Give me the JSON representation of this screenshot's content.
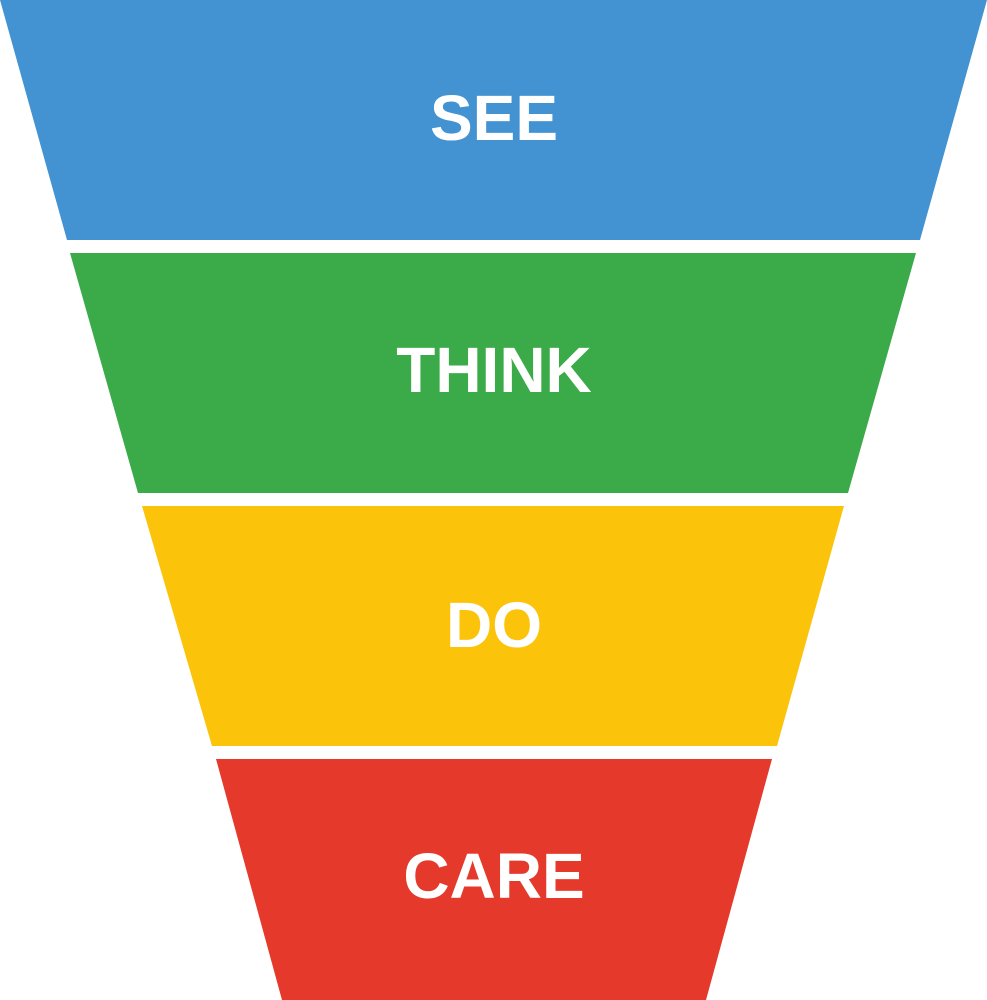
{
  "funnel": {
    "stages": [
      {
        "label": "SEE",
        "color": "#4393D2"
      },
      {
        "label": "THINK",
        "color": "#3BAA48"
      },
      {
        "label": "DO",
        "color": "#FCC30B"
      },
      {
        "label": "CARE",
        "color": "#E5392B"
      }
    ]
  }
}
